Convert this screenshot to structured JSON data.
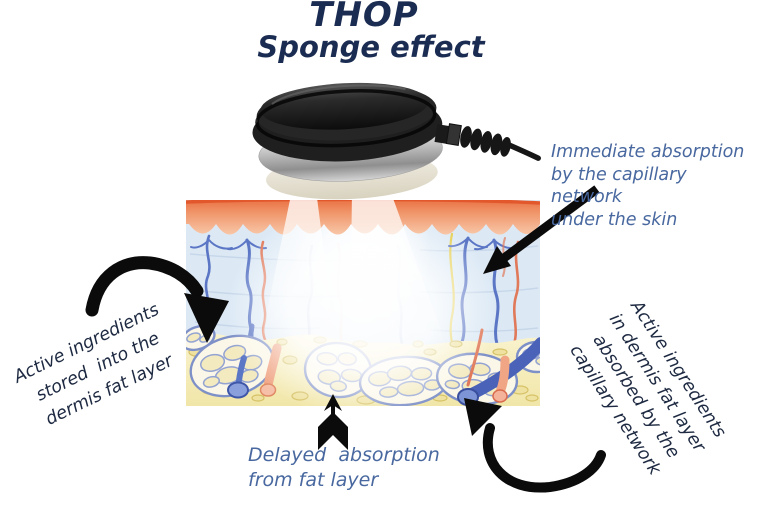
{
  "title": {
    "main": "THOP",
    "subtitle": "Sponge effect"
  },
  "annotations": {
    "immediate_absorption": {
      "lines": [
        "Immediate absorption",
        "by the capillary  network",
        "under the skin"
      ]
    },
    "active_stored": {
      "lines": [
        "Active ingredients",
        "stored  into the",
        "dermis fat layer"
      ]
    },
    "delayed_absorption": {
      "lines": [
        "Delayed  absorption",
        "from fat layer"
      ]
    },
    "active_absorbed": {
      "lines": [
        "Active ingredients",
        "in dermis fat layer",
        "absorbed by the",
        "capillary network"
      ]
    }
  },
  "graphics": {
    "device": "ultrasound-handpiece",
    "skin_layers": [
      "epidermis",
      "dermis-capillary-network",
      "fat-layer"
    ],
    "arrows": [
      "curved-arrow-into-fat-left",
      "straight-arrow-into-dermis-right",
      "up-arrow-from-fat-bottom",
      "curved-arrow-into-fat-right"
    ]
  },
  "colors": {
    "title_navy": "#1b2c52",
    "label_blue": "#48689f",
    "label_dark": "#1e2a42",
    "arrow_black": "#0b0b0b",
    "epidermis_orange": "#f09b72",
    "epidermis_edge": "#e2582c",
    "dermis_blue": "#dce9f5",
    "fat_yellow": "#f5ecb4",
    "vessel_blue": "#5b76c5",
    "vessel_red": "#e0795a",
    "nerve_yellow": "#e5cf52",
    "device_black": "#1f1f1f",
    "device_silver": "#c9c9c9",
    "device_pad": "#efece2"
  }
}
